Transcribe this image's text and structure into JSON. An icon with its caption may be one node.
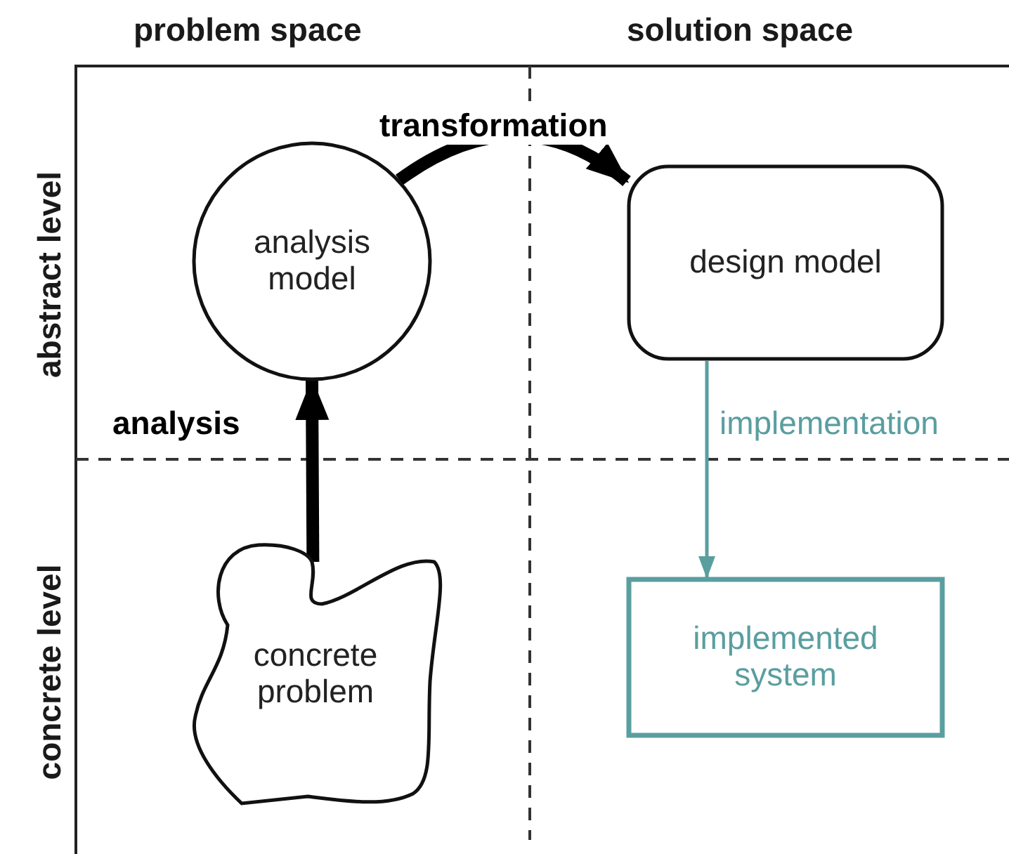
{
  "diagram": {
    "nodes": [
      {
        "text": [
          "analysis model"
        ]
      },
      {
        "text": [
          "design model"
        ]
      },
      {
        "text": [
          "concrete problem"
        ]
      },
      {
        "text": [
          "implemented system"
        ]
      }
    ],
    "edges": [
      {
        "from": 2,
        "to": 0,
        "arrow": "to",
        "label": "analysis"
      },
      {
        "from": 0,
        "to": 1,
        "arrow": "to",
        "label": "transformation"
      },
      {
        "from": 1,
        "to": 3,
        "arrow": "to",
        "label": "implementation",
        "color": "#5a9ea0"
      }
    ],
    "labels": [
      "problem space",
      "solution space",
      "abstract level",
      "concrete level"
    ]
  }
}
